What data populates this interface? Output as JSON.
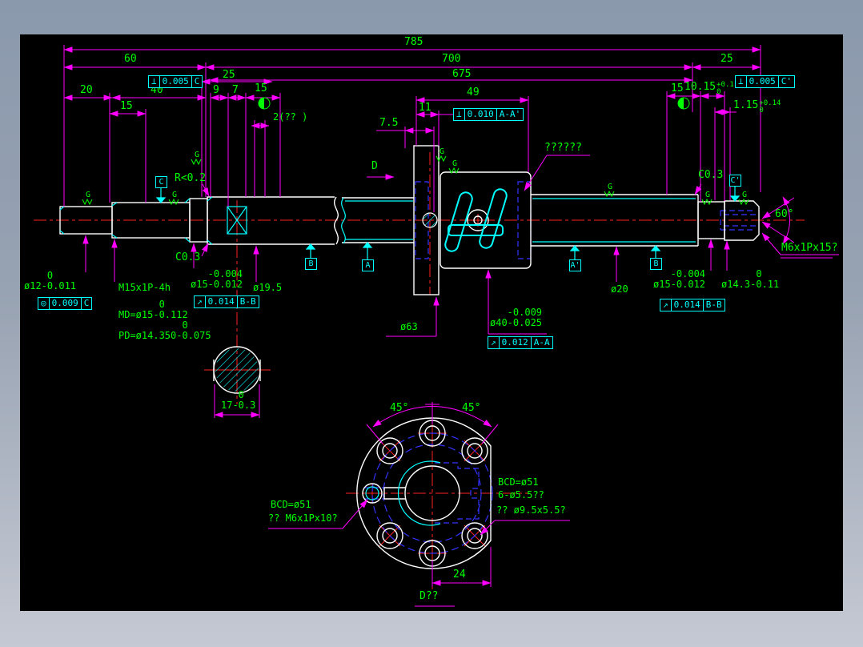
{
  "window": {
    "border_top_color": "#8b99ad",
    "border_bottom_color": "#c5c9d3",
    "canvas_color": "#000000"
  },
  "colors": {
    "dimension_text": "#00ff00",
    "dimension_lines": "#ff00ff",
    "object_lines": "#ffffff",
    "detail_lines": "#00ffff",
    "center_lines": "#ff2222",
    "hidden_lines": "#3333ff"
  },
  "top_dims": {
    "total": "785",
    "left_60": "60",
    "mid_700": "700",
    "right_25": "25",
    "mid_675": "675",
    "left_25": "25",
    "d20": "20",
    "d40": "40",
    "d9": "9",
    "d7": "7",
    "d15_top": "15",
    "d15_left": "15",
    "d2": "2(?? )",
    "d49": "49",
    "d11": "11",
    "d7_5": "7.5",
    "d15_right": "15",
    "d10_15": "10.15",
    "d10_15_hi": "+0.1",
    "d10_15_lo": "0",
    "d1_15": "1.15",
    "d1_15_hi": "+0.14",
    "d1_15_lo": "0"
  },
  "fcf": {
    "f1": {
      "sym": "⊥",
      "tol": "0.005",
      "datum": "C"
    },
    "f2": {
      "sym": "⊥",
      "tol": "0.010",
      "datum": "A-A'"
    },
    "f3": {
      "sym": "⊥",
      "tol": "0.005",
      "datum": "C'"
    },
    "f4": {
      "sym": "◎",
      "tol": "0.009",
      "datum": "C"
    },
    "f5": {
      "sym": "↗",
      "tol": "0.014",
      "datum": "B-B"
    },
    "f6": {
      "sym": "↗",
      "tol": "0.012",
      "datum": "A-A"
    },
    "f7": {
      "sym": "↗",
      "tol": "0.014",
      "datum": "B-B"
    }
  },
  "datums": {
    "c": "C",
    "c_prime": "C'",
    "b": "B",
    "a": "A",
    "a_prime": "A'"
  },
  "surface_finish": {
    "symbol": "G"
  },
  "labels": {
    "dia12": "    0\nø12-0.011",
    "m15_thread": "M15x1P-4h",
    "md": "       0\nMD=ø15-0.112",
    "pd": "           0\nPD=ø14.350-0.075",
    "dia15_left": "   -0.004\nø15-0.012",
    "dia19_5": "ø19.5",
    "r_max": "R<0.2",
    "c03_left": "C0.3",
    "c03_right": "C0.3",
    "dia63": "ø63",
    "dia40": "   -0.009\nø40-0.025",
    "dia20": "ø20",
    "dia15_right": "   -0.004\nø15-0.012",
    "dia14_3": "      0\nø14.3-0.11",
    "angle60": "60°",
    "m6_end": "M6x1Px15?",
    "nut_note": "??????",
    "view_d_arrow": "D"
  },
  "section_view": {
    "dim17": "   0\n17-0.3"
  },
  "flange_view": {
    "angle_left": "45°",
    "angle_right": "45°",
    "left_note_1": "BCD=ø51",
    "left_note_2": "?? M6x1Px10?",
    "right_note_1": "BCD=ø51",
    "right_note_2": "6-ø5.5??",
    "right_note_3": "?? ø9.5x5.5?",
    "d24": "24",
    "title": "D??"
  }
}
